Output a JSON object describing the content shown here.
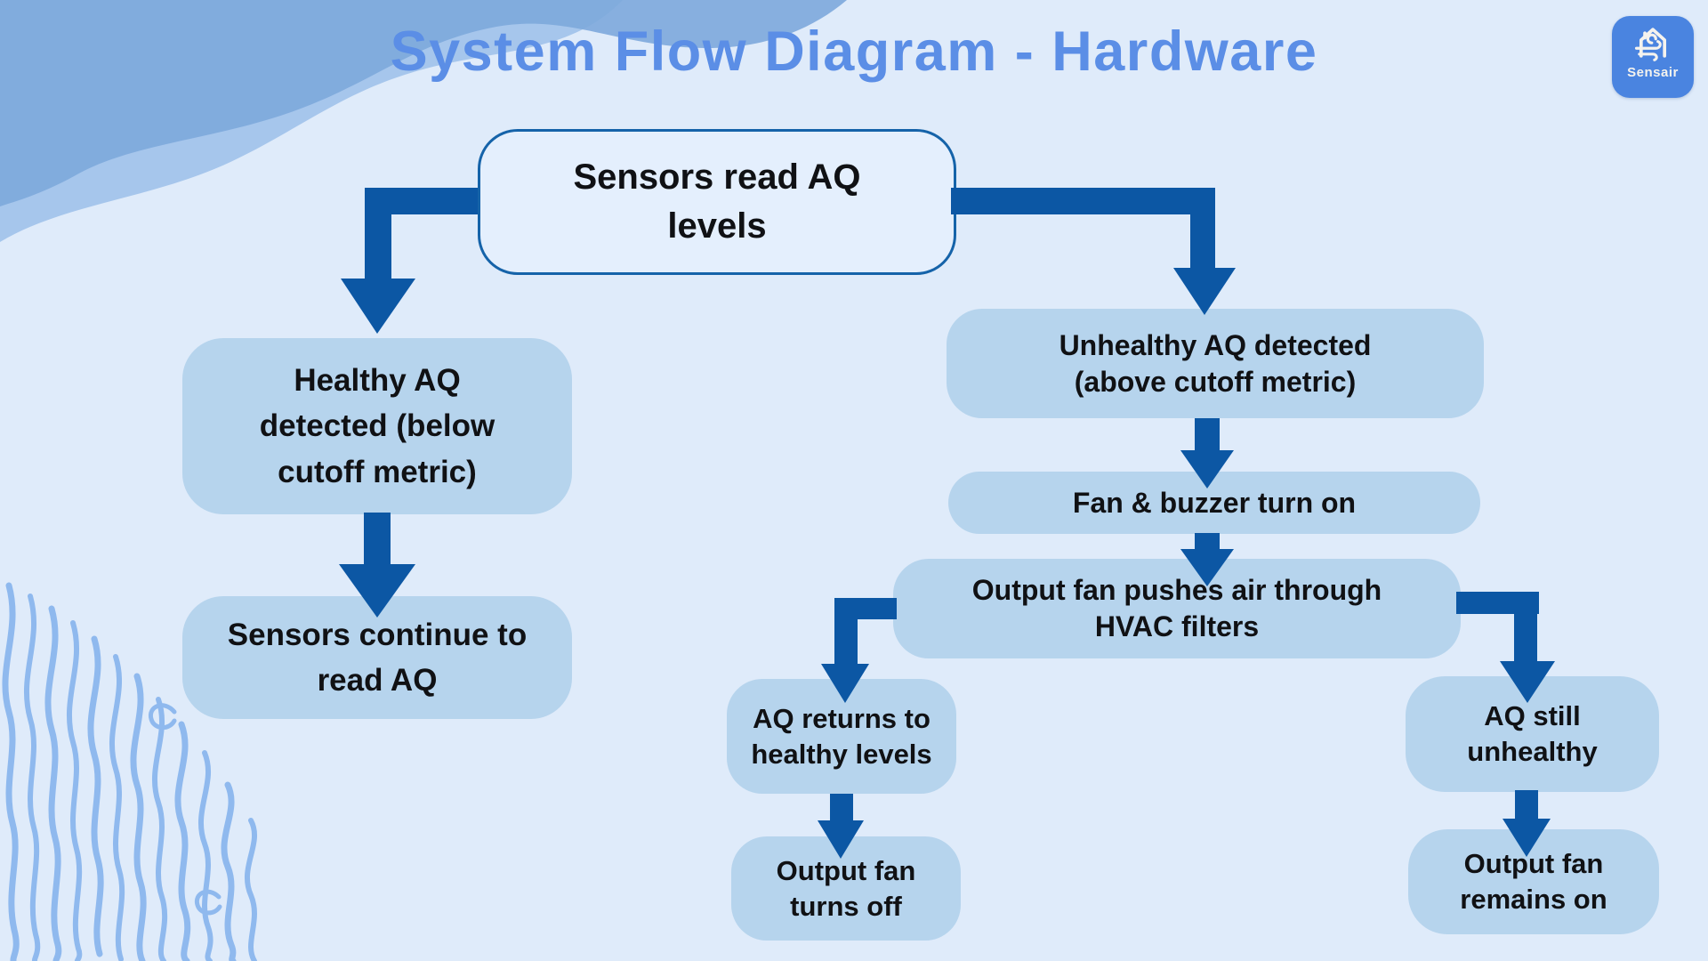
{
  "title": "System Flow Diagram - Hardware",
  "logo": {
    "name": "Sensair"
  },
  "nodes": {
    "root": {
      "label": "Sensors read AQ\nlevels"
    },
    "healthy": {
      "label": "Healthy AQ\ndetected (below\ncutoff metric)"
    },
    "continue_": {
      "label": "Sensors continue to\nread AQ"
    },
    "unhealthy": {
      "label": "Unhealthy AQ detected\n(above cutoff metric)"
    },
    "fan_buzzer": {
      "label": "Fan & buzzer turn on"
    },
    "output_push": {
      "label": "Output fan pushes air through\nHVAC filters"
    },
    "aq_returns": {
      "label": "AQ returns to\nhealthy levels"
    },
    "fan_off": {
      "label": "Output fan\nturns off"
    },
    "aq_still": {
      "label": "AQ still\nunhealthy"
    },
    "fan_on": {
      "label": "Output fan\nremains on"
    }
  },
  "edges": [
    {
      "from": "root",
      "to": "healthy"
    },
    {
      "from": "root",
      "to": "unhealthy"
    },
    {
      "from": "healthy",
      "to": "continue_"
    },
    {
      "from": "unhealthy",
      "to": "fan_buzzer"
    },
    {
      "from": "fan_buzzer",
      "to": "output_push"
    },
    {
      "from": "output_push",
      "to": "aq_returns"
    },
    {
      "from": "output_push",
      "to": "aq_still"
    },
    {
      "from": "aq_returns",
      "to": "fan_off"
    },
    {
      "from": "aq_still",
      "to": "fan_on"
    }
  ],
  "colors": {
    "background": "#DFEBFA",
    "arrow": "#0C57A4",
    "node_fill": "#B6D4ED",
    "root_fill": "#E4EFFD",
    "root_border": "#1563A9",
    "title": "#5B8EE6",
    "logo_background": "#4A84E0",
    "decor_blob_dark": "#7DA8DC",
    "decor_blob_light": "#A6C6EC",
    "decor_waves": "#8FB9EE"
  }
}
